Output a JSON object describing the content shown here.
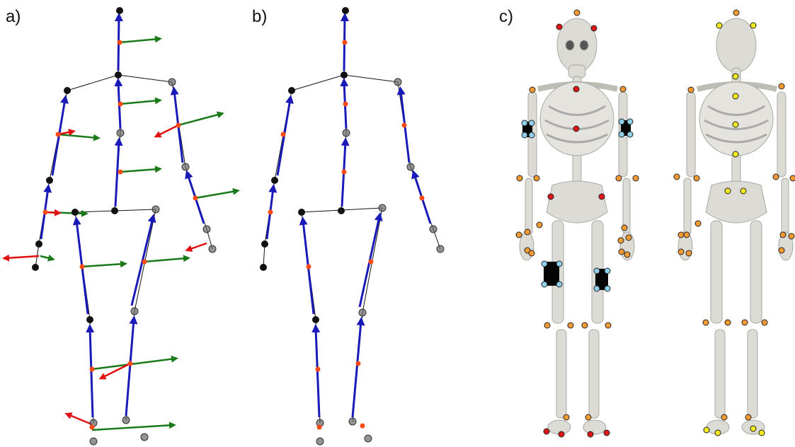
{
  "panels": {
    "a": {
      "label": "a)"
    },
    "b": {
      "label": "b)"
    },
    "c": {
      "label": "c)"
    }
  },
  "colors": {
    "bone_segment": "#1a1ab8",
    "joint": "#111111",
    "faded_joint": "#777777",
    "segment_center": "#ff4a12",
    "axis_x": "#1a7a1a",
    "axis_y": "#e01010",
    "marker_orange": "#f39a35",
    "marker_red": "#e01515",
    "marker_yellow": "#f2ea1e",
    "marker_cyan": "#8ed0ec",
    "sensor_block": "#050505",
    "skeleton_bone": "#dcdbd5"
  },
  "icons": {
    "panel_a": "skeleton-with-local-axes-icon",
    "panel_b": "skeleton-with-segment-centers-icon",
    "panel_c": "anatomical-skeleton-markers-icon"
  }
}
